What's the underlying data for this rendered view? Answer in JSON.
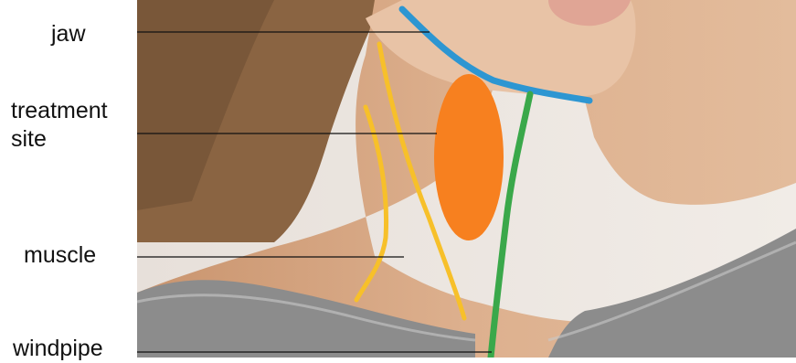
{
  "labels": {
    "jaw": "jaw",
    "treatment_line1": "treatment",
    "treatment_line2": "site",
    "muscle": "muscle",
    "windpipe": "windpipe"
  },
  "colors": {
    "jaw": "#2d96d2",
    "treatment_site": "#f7801f",
    "muscle": "#f7c02a",
    "windpipe": "#3aa84a",
    "leader_line": "#111111",
    "background_wall": "#eae4de",
    "skin": "#dcae8c",
    "hair": "#8a6442",
    "sweater": "#8c8c8c"
  }
}
